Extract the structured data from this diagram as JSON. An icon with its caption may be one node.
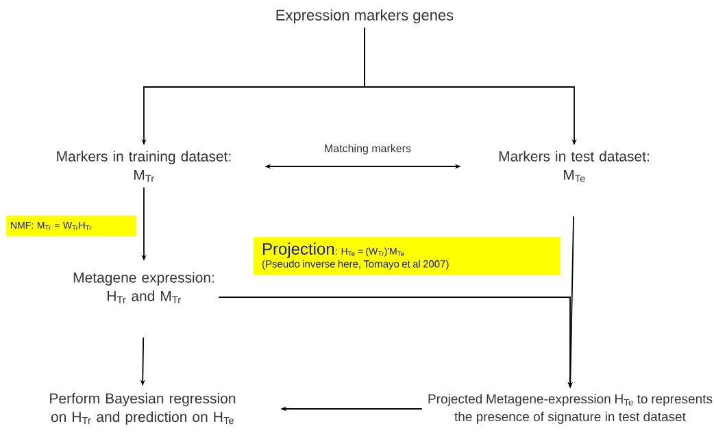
{
  "diagram": {
    "nodes": [
      {
        "text": [
          "Expression markers genes"
        ]
      },
      {
        "text": [
          "Markers in training dataset:",
          "M$_{Tr}$"
        ]
      },
      {
        "text": [
          "Markers in test dataset:",
          "M$_{Te}$"
        ]
      },
      {
        "text": [
          "Metagene expression:",
          "H$_{Tr}$ and M$_{Tr}$"
        ]
      },
      {
        "text": [
          "Perform Bayesian regression on H$_{Tr}$ and prediction on H$_{Te}$"
        ]
      },
      {
        "text": [
          "Projected Metagene-expression H$_{Te}$ to represents the presence of signature in test dataset"
        ]
      },
      {
        "text": [
          "NMF: M$_{Tr}$ ≈ W$_{Tr}$H$_{Tr}$"
        ]
      },
      {
        "text": [
          "Projection",
          ": H$_{Te}$ = (W$_{Tr}$)'M$_{Te}$",
          "(Pseudo inverse here, Tomayo et al 2007)"
        ]
      }
    ],
    "edges": [
      {
        "from": 0,
        "to": 1,
        "arrow": "to"
      },
      {
        "from": 0,
        "to": 2,
        "arrow": "to"
      },
      {
        "from": 1,
        "to": 2,
        "arrow": "both",
        "label": "Matching markers"
      },
      {
        "from": 1,
        "to": 3,
        "arrow": "to"
      },
      {
        "from": 3,
        "to": 4,
        "arrow": "to"
      },
      {
        "from": 2,
        "to": 5,
        "arrow": "to"
      },
      {
        "from": 3,
        "to": 5,
        "arrow": "to"
      },
      {
        "from": 5,
        "to": 4,
        "arrow": "to"
      }
    ]
  }
}
